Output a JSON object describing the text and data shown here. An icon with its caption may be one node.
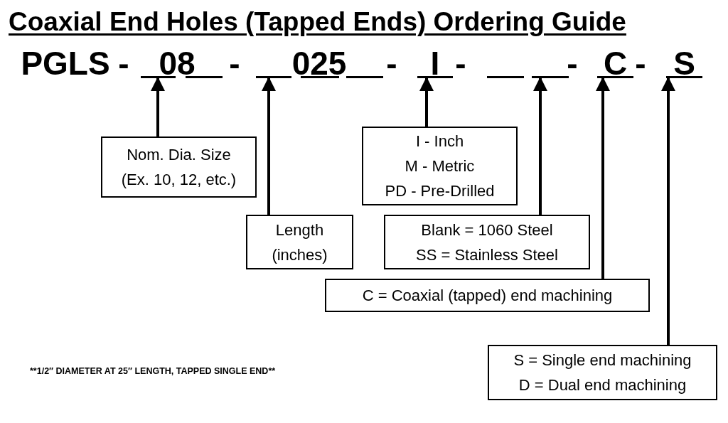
{
  "diagram": {
    "title": "Coaxial End Holes (Tapped Ends) Ordering Guide",
    "nodes": [
      {
        "text": [
          "08"
        ]
      },
      {
        "text": [
          "025"
        ]
      },
      {
        "text": [
          "I"
        ]
      },
      {
        "text": [],
        "shape": "bar"
      },
      {
        "text": [
          "C"
        ]
      },
      {
        "text": [
          "S"
        ]
      },
      {
        "text": [
          "Nom. Dia. Size (Ex. 10, 12, etc.)"
        ]
      },
      {
        "text": [
          "I - Inch",
          "M - Metric",
          "PD - Pre-Drilled"
        ]
      },
      {
        "text": [
          "Length (inches)"
        ]
      },
      {
        "text": [
          "Blank = 1060 Steel",
          "SS = Stainless Steel"
        ]
      },
      {
        "text": [
          "C = Coaxial (tapped) end machining"
        ]
      },
      {
        "text": [
          "S = Single end machining",
          "D = Dual end machining"
        ]
      }
    ],
    "edges": [
      {
        "from": 6,
        "to": 0,
        "arrow": "to"
      },
      {
        "from": 8,
        "to": 1,
        "arrow": "to"
      },
      {
        "from": 7,
        "to": 2,
        "arrow": "to"
      },
      {
        "from": 9,
        "to": 3,
        "arrow": "to"
      },
      {
        "from": 10,
        "to": 4,
        "arrow": "to"
      },
      {
        "from": 11,
        "to": 5,
        "arrow": "to"
      }
    ],
    "labels": [
      "PGLS",
      "-",
      "-",
      "-",
      "-",
      "-",
      "-",
      "**1/2″ DIAMETER AT 25″ LENGTH, TAPPED SINGLE END**"
    ]
  }
}
